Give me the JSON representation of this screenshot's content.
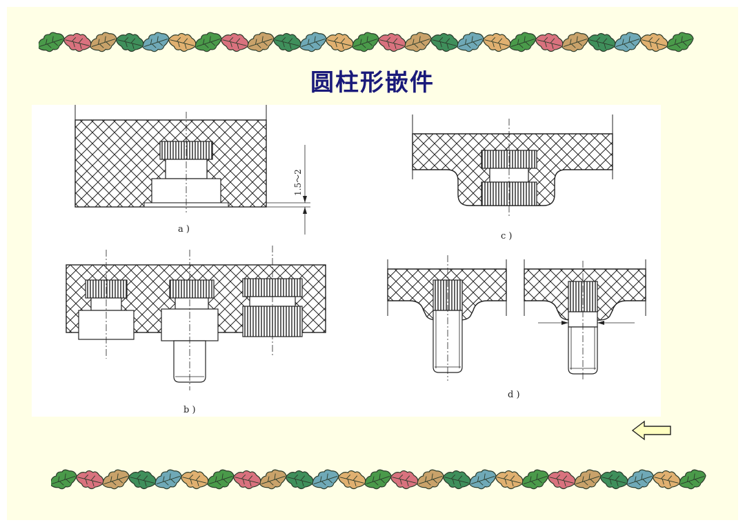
{
  "slide": {
    "title": "圆柱形嵌件"
  },
  "figure": {
    "panel_labels": {
      "a": "a )",
      "b": "b )",
      "c": "c )",
      "d": "d )"
    },
    "dimension": "1.5～2"
  },
  "decor": {
    "leaf_colors": [
      "#4a9a4a",
      "#d9727e",
      "#c9a26a",
      "#3f8f5b",
      "#6fa9b7",
      "#e0b070"
    ]
  },
  "nav": {
    "back_arrow_color": "#ffffc0"
  }
}
